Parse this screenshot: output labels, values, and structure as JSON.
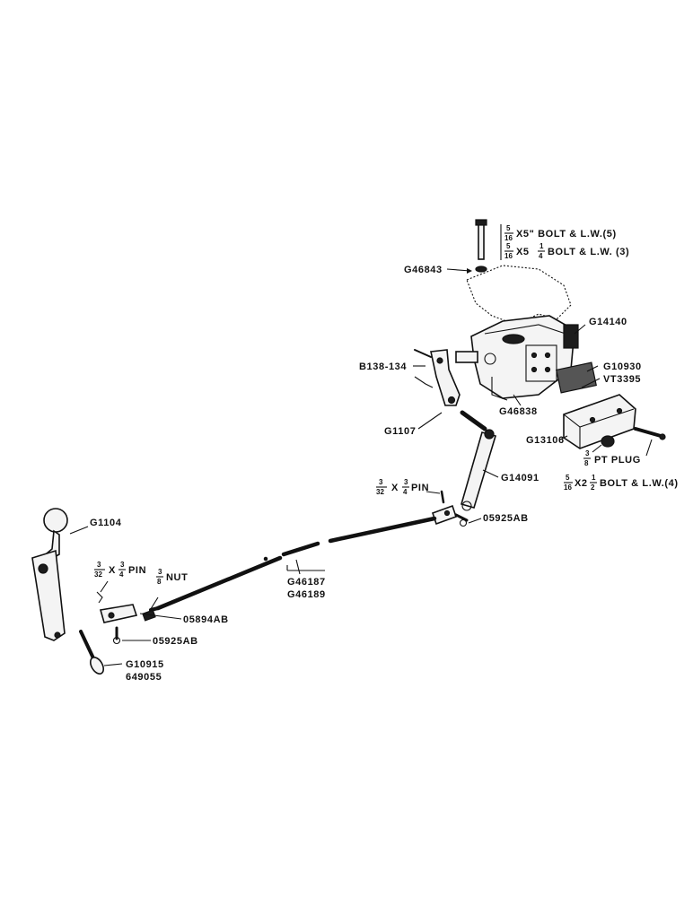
{
  "labels": {
    "bolt_5": "X5\" BOLT & L.W.(5)",
    "bolt_5q": "X5",
    "bolt_5q_tail": "BOLT & L.W. (3)",
    "frac_5_16": "5/16",
    "g46843": "G46843",
    "g14140": "G14140",
    "b138_134": "B138-134",
    "g10930": "G10930",
    "vt3395": "VT3395",
    "g46838": "G46838",
    "g1107": "G1107",
    "g13106": "G13106",
    "pt_plug": "PT PLUG",
    "frac_3_8": "3/8",
    "bolt_2h": "X2",
    "bolt_2h_tail": "BOLT & L.W.(4)",
    "g14091": "G14091",
    "pin_3_4": "X",
    "pin_word": "PIN",
    "frac_3_32": "3/32",
    "frac_3_4": "3/4",
    "d05925ab_right": "05925AB",
    "g1104": "G1104",
    "pin_left": "PIN",
    "nut": "NUT",
    "d05894ab": "05894AB",
    "g46187": "G46187",
    "g46189": "G46189",
    "d05925ab_left": "05925AB",
    "g10915": "G10915",
    "g49055": "649055"
  }
}
